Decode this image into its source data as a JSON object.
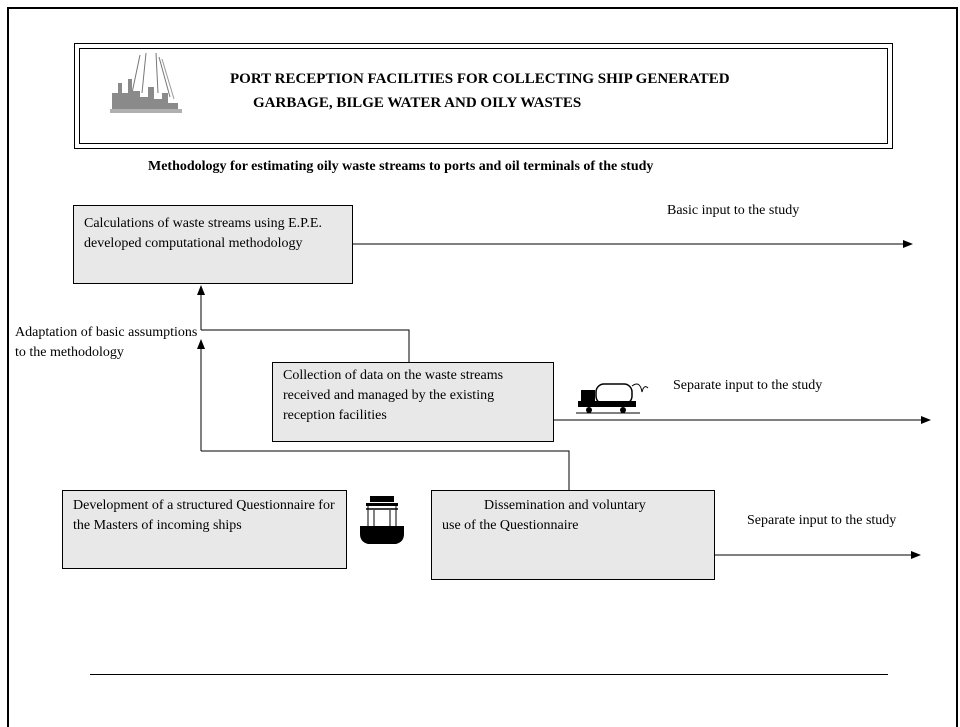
{
  "header": {
    "title_line1": "PORT RECEPTION FACILITIES FOR COLLECTING SHIP GENERATED",
    "title_line2": "GARBAGE, BILGE WATER AND OILY WASTES",
    "logo_icon": "port-crane-icon"
  },
  "subtitle": "Methodology for estimating oily waste streams to ports and oil terminals of the study",
  "boxes": {
    "calculations": "Calculations of waste streams using E.P.E. developed computational methodology",
    "collection": "Collection of data on the waste streams received and managed by the existing reception facilities",
    "development": "Development of a structured Questionnaire for the Masters of incoming ships",
    "dissemination_line1": "Dissemination and voluntary",
    "dissemination_line2": "use of the Questionnaire"
  },
  "labels": {
    "basic_input": "Basic input to the study",
    "adaptation": "Adaptation of  basic assumptions to the methodology",
    "separate_input_1": "Separate input to the study",
    "separate_input_2": "Separate input to the study"
  },
  "icons": {
    "truck": "tanker-truck-icon",
    "ship": "ship-icon"
  },
  "colors": {
    "box_fill": "#e8e8e8"
  }
}
